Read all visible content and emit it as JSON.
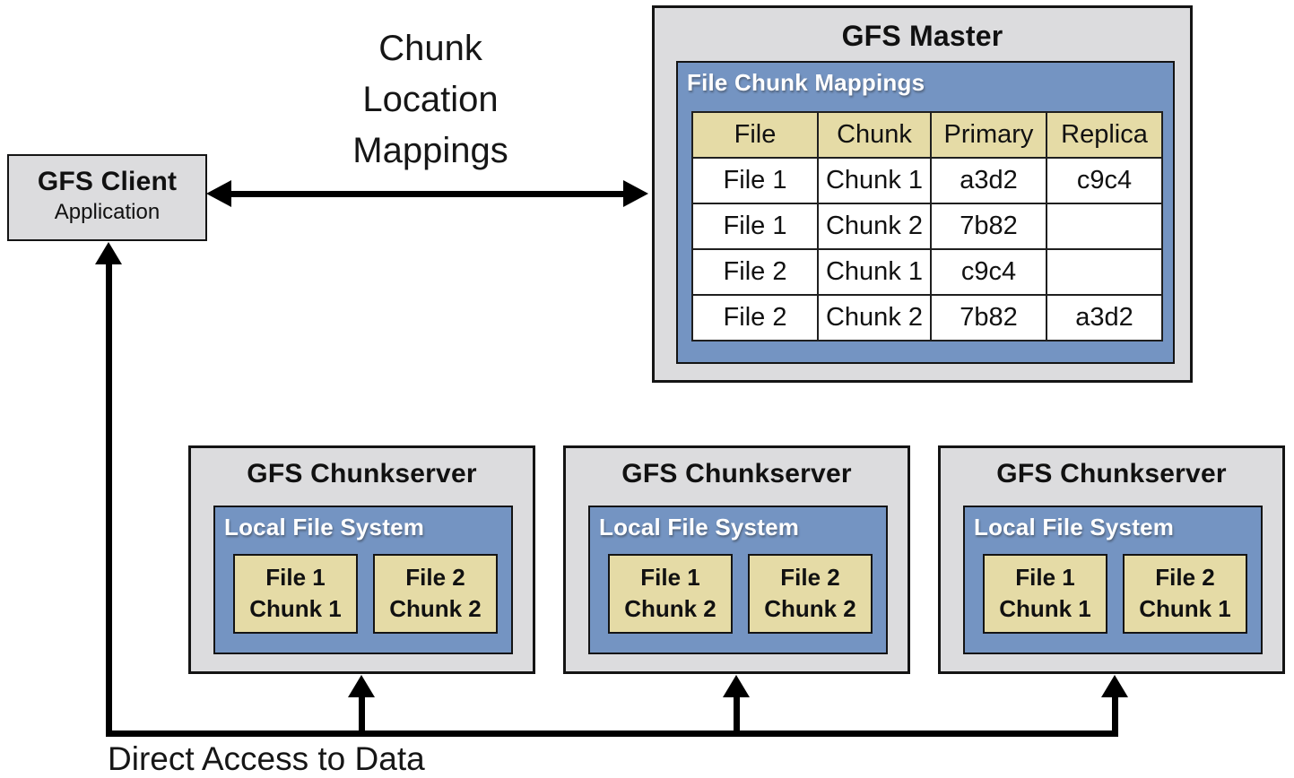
{
  "colors": {
    "box-gray": "#dcdcde",
    "panel-blue": "#7494c2",
    "cell-tan": "#e5dba6",
    "ink": "#111111"
  },
  "client": {
    "title": "GFS Client",
    "subtitle": "Application"
  },
  "labels": {
    "chunk_location_mappings": [
      "Chunk",
      "Location",
      "Mappings"
    ],
    "direct_access": "Direct Access to Data"
  },
  "master": {
    "title": "GFS Master",
    "panel_label": "File Chunk Mappings",
    "table": {
      "headers": [
        "File",
        "Chunk",
        "Primary",
        "Replica"
      ],
      "rows": [
        [
          "File 1",
          "Chunk 1",
          "a3d2",
          "c9c4"
        ],
        [
          "File 1",
          "Chunk 2",
          "7b82",
          ""
        ],
        [
          "File 2",
          "Chunk 1",
          "c9c4",
          ""
        ],
        [
          "File 2",
          "Chunk 2",
          "7b82",
          "a3d2"
        ]
      ]
    }
  },
  "chunkservers": [
    {
      "title": "GFS Chunkserver",
      "panel_label": "Local File System",
      "chunks": [
        {
          "file": "File 1",
          "chunk": "Chunk 1"
        },
        {
          "file": "File 2",
          "chunk": "Chunk 2"
        }
      ]
    },
    {
      "title": "GFS Chunkserver",
      "panel_label": "Local File System",
      "chunks": [
        {
          "file": "File 1",
          "chunk": "Chunk 2"
        },
        {
          "file": "File 2",
          "chunk": "Chunk 2"
        }
      ]
    },
    {
      "title": "GFS Chunkserver",
      "panel_label": "Local File System",
      "chunks": [
        {
          "file": "File 1",
          "chunk": "Chunk 1"
        },
        {
          "file": "File 2",
          "chunk": "Chunk 1"
        }
      ]
    }
  ]
}
